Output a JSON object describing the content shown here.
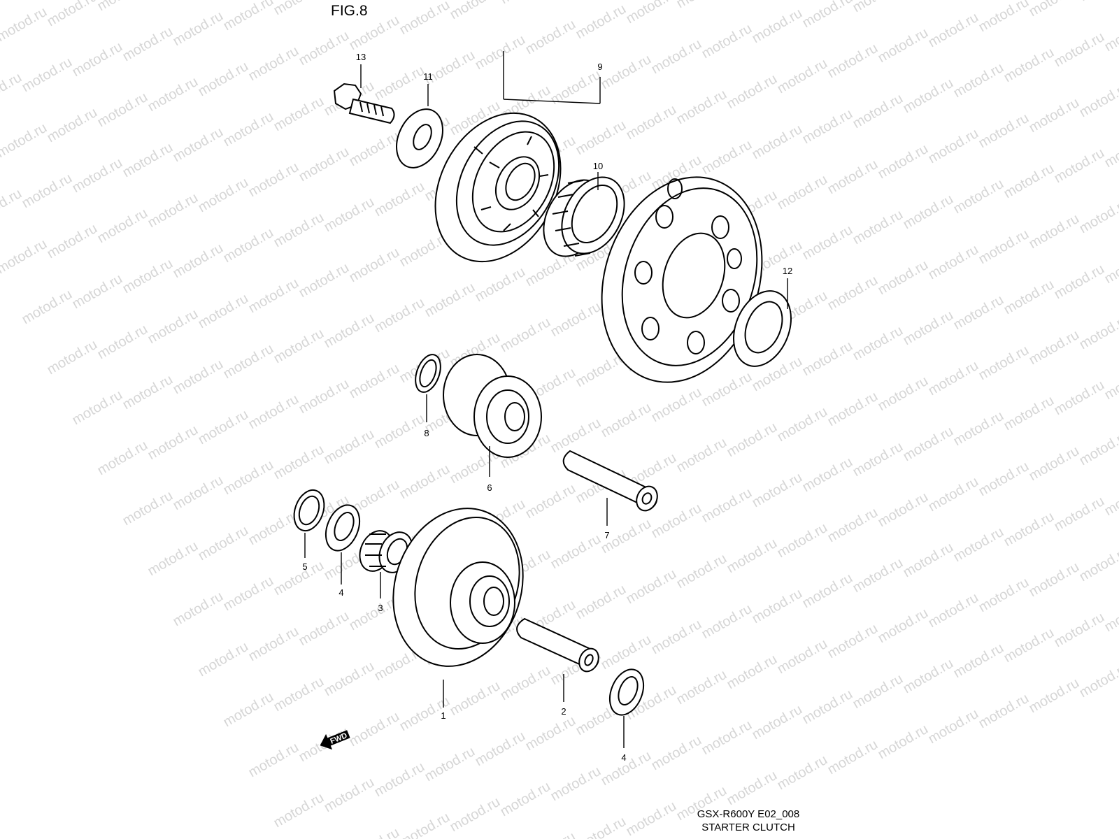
{
  "figure_label": "FIG.8",
  "watermark_text": "motod.ru",
  "caption": {
    "model_line": "GSX-R600Y  E02_008",
    "title": "STARTER CLUTCH"
  },
  "fwd_label": "FWD",
  "callouts": {
    "c1": "1",
    "c2": "2",
    "c3": "3",
    "c4a": "4",
    "c4b": "4",
    "c5": "5",
    "c6": "6",
    "c7": "7",
    "c8": "8",
    "c9": "9",
    "c10": "10",
    "c11": "11",
    "c12": "12",
    "c13": "13"
  }
}
